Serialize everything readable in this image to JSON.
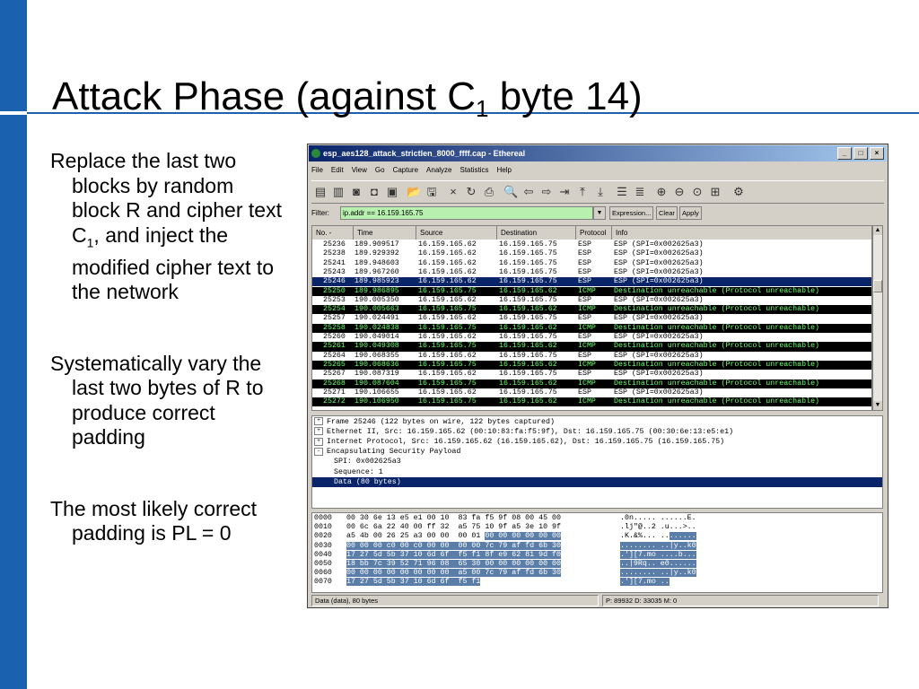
{
  "slide": {
    "title_main": "Attack Phase (against C",
    "title_sub": "1",
    "title_end": " byte 14)",
    "bullets": [
      {
        "pre": "Replace the last two blocks by random block R and cipher text C",
        "sub": "1",
        "post": ", and inject the modified cipher text to the network"
      },
      {
        "text": "Systematically vary the last two bytes of R to produce correct padding"
      },
      {
        "text": "The most likely correct padding is PL = 0"
      }
    ]
  },
  "window": {
    "title": "esp_aes128_attack_strictlen_8000_ffff.cap - Ethereal",
    "buttons": {
      "minimize": "_",
      "maximize": "□",
      "close": "×"
    },
    "menu": [
      "File",
      "Edit",
      "View",
      "Go",
      "Capture",
      "Analyze",
      "Statistics",
      "Help"
    ],
    "filter": {
      "label": "Filter:",
      "value": "ip.addr == 16.159.165.75",
      "expression_btn": "Expression...",
      "clear_btn": "Clear",
      "apply_btn": "Apply"
    },
    "columns": [
      "No. -",
      "Time",
      "Source",
      "Destination",
      "Protocol",
      "Info"
    ],
    "packets": [
      {
        "no": "25236",
        "time": "189.909517",
        "src": "16.159.165.62",
        "dst": "16.159.165.75",
        "proto": "ESP",
        "info": "ESP (SPI=0x002625a3)",
        "style": "normal"
      },
      {
        "no": "25238",
        "time": "189.929392",
        "src": "16.159.165.62",
        "dst": "16.159.165.75",
        "proto": "ESP",
        "info": "ESP (SPI=0x002625a3)",
        "style": "normal"
      },
      {
        "no": "25241",
        "time": "189.948603",
        "src": "16.159.165.62",
        "dst": "16.159.165.75",
        "proto": "ESP",
        "info": "ESP (SPI=0x002625a3)",
        "style": "normal"
      },
      {
        "no": "25243",
        "time": "189.967260",
        "src": "16.159.165.62",
        "dst": "16.159.165.75",
        "proto": "ESP",
        "info": "ESP (SPI=0x002625a3)",
        "style": "normal"
      },
      {
        "no": "25246",
        "time": "189.985923",
        "src": "16.159.165.62",
        "dst": "16.159.165.75",
        "proto": "ESP",
        "info": "ESP (SPI=0x002625a3)",
        "style": "sel"
      },
      {
        "no": "25250",
        "time": "189.986895",
        "src": "16.159.165.75",
        "dst": "16.159.165.62",
        "proto": "ICMP",
        "info": "Destination unreachable (Protocol unreachable)",
        "style": "icmp"
      },
      {
        "no": "25253",
        "time": "190.005350",
        "src": "16.159.165.62",
        "dst": "16.159.165.75",
        "proto": "ESP",
        "info": "ESP (SPI=0x002625a3)",
        "style": "normal"
      },
      {
        "no": "25254",
        "time": "190.005663",
        "src": "16.159.165.75",
        "dst": "16.159.165.62",
        "proto": "ICMP",
        "info": "Destination unreachable (Protocol unreachable)",
        "style": "icmp"
      },
      {
        "no": "25257",
        "time": "190.024491",
        "src": "16.159.165.62",
        "dst": "16.159.165.75",
        "proto": "ESP",
        "info": "ESP (SPI=0x002625a3)",
        "style": "normal"
      },
      {
        "no": "25258",
        "time": "190.024838",
        "src": "16.159.165.75",
        "dst": "16.159.165.62",
        "proto": "ICMP",
        "info": "Destination unreachable (Protocol unreachable)",
        "style": "icmp"
      },
      {
        "no": "25260",
        "time": "190.049014",
        "src": "16.159.165.62",
        "dst": "16.159.165.75",
        "proto": "ESP",
        "info": "ESP (SPI=0x002625a3)",
        "style": "normal"
      },
      {
        "no": "25261",
        "time": "190.049308",
        "src": "16.159.165.75",
        "dst": "16.159.165.62",
        "proto": "ICMP",
        "info": "Destination unreachable (Protocol unreachable)",
        "style": "icmp"
      },
      {
        "no": "25264",
        "time": "190.068355",
        "src": "16.159.165.62",
        "dst": "16.159.165.75",
        "proto": "ESP",
        "info": "ESP (SPI=0x002625a3)",
        "style": "normal"
      },
      {
        "no": "25265",
        "time": "190.068636",
        "src": "16.159.165.75",
        "dst": "16.159.165.62",
        "proto": "ICMP",
        "info": "Destination unreachable (Protocol unreachable)",
        "style": "icmp"
      },
      {
        "no": "25267",
        "time": "190.087319",
        "src": "16.159.165.62",
        "dst": "16.159.165.75",
        "proto": "ESP",
        "info": "ESP (SPI=0x002625a3)",
        "style": "normal"
      },
      {
        "no": "25268",
        "time": "190.087604",
        "src": "16.159.165.75",
        "dst": "16.159.165.62",
        "proto": "ICMP",
        "info": "Destination unreachable (Protocol unreachable)",
        "style": "icmp"
      },
      {
        "no": "25271",
        "time": "190.106655",
        "src": "16.159.165.62",
        "dst": "16.159.165.75",
        "proto": "ESP",
        "info": "ESP (SPI=0x002625a3)",
        "style": "normal"
      },
      {
        "no": "25272",
        "time": "190.106950",
        "src": "16.159.165.75",
        "dst": "16.159.165.62",
        "proto": "ICMP",
        "info": "Destination unreachable (Protocol unreachable)",
        "style": "icmp"
      }
    ],
    "details": [
      {
        "exp": "+",
        "text": "Frame 25246 (122 bytes on wire, 122 bytes captured)",
        "indent": 0,
        "style": "normal"
      },
      {
        "exp": "+",
        "text": "Ethernet II, Src: 16.159.165.62 (00:10:83:fa:f5:9f), Dst: 16.159.165.75 (00:30:6e:13:e5:e1)",
        "indent": 0,
        "style": "normal"
      },
      {
        "exp": "+",
        "text": "Internet Protocol, Src: 16.159.165.62 (16.159.165.62), Dst: 16.159.165.75 (16.159.165.75)",
        "indent": 0,
        "style": "normal"
      },
      {
        "exp": "-",
        "text": "Encapsulating Security Payload",
        "indent": 0,
        "style": "normal"
      },
      {
        "exp": "",
        "text": "SPI: 0x002625a3",
        "indent": 1,
        "style": "normal"
      },
      {
        "exp": "",
        "text": "Sequence: 1",
        "indent": 1,
        "style": "normal"
      },
      {
        "exp": "",
        "text": "Data (80 bytes)",
        "indent": 1,
        "style": "sel"
      }
    ],
    "hex": [
      {
        "off": "0000",
        "pre": "00 30 6e 13 e5 e1 00 10  83 fa f5 9f 08 00 45 00",
        "hl": "",
        "a_pre": ".0n..... ......E.",
        "a_hl": ""
      },
      {
        "off": "0010",
        "pre": "00 6c 6a 22 40 00 ff 32  a5 75 10 9f a5 3e 10 9f",
        "hl": "",
        "a_pre": ".lj\"@..2 .u...>..",
        "a_hl": ""
      },
      {
        "off": "0020",
        "pre": "a5 4b 00 26 25 a3 00 00  00 01 ",
        "hl": "00 00 00 00 00 00",
        "a_pre": ".K.&%... ..",
        "a_hl": "......"
      },
      {
        "off": "0030",
        "pre": "",
        "hl": "00 00 00 c0 00 c0 00 00  00 00 7c 79 af fd 6b 30",
        "a_pre": "",
        "a_hl": "........ ..|y..k0"
      },
      {
        "off": "0040",
        "pre": "",
        "hl": "17 27 5d 5b 37 10 6d 6f  f5 f1 8f e9 62 81 9d f0",
        "a_pre": "",
        "a_hl": ".'][7.mo ....b..."
      },
      {
        "off": "0050",
        "pre": "",
        "hl": "18 bb 7c 39 52 71 96 08  65 30 00 00 00 00 00 00",
        "a_pre": "",
        "a_hl": "..|9Rq.. e0......"
      },
      {
        "off": "0060",
        "pre": "",
        "hl": "00 00 00 00 00 00 00 00  a5 00 7c 79 af fd 6b 30",
        "a_pre": "",
        "a_hl": "........ ..|y..k0"
      },
      {
        "off": "0070",
        "pre": "",
        "hl": "17 27 5d 5b 37 10 6d 6f  f5 f1",
        "a_pre": "",
        "a_hl": ".'][7.mo .."
      }
    ],
    "status": {
      "left": "Data (data), 80 bytes",
      "right": "P: 89932 D: 33035 M: 0"
    },
    "toolbar_icons": [
      {
        "name": "capture-interfaces-icon",
        "glyph": "▤"
      },
      {
        "name": "capture-options-icon",
        "glyph": "▥"
      },
      {
        "name": "capture-start-icon",
        "glyph": "◙"
      },
      {
        "name": "capture-stop-icon",
        "glyph": "◘"
      },
      {
        "name": "capture-restart-icon",
        "glyph": "▣"
      },
      {
        "name": "open-icon",
        "glyph": "📂"
      },
      {
        "name": "save-icon",
        "glyph": "🖫"
      },
      {
        "name": "close-icon",
        "glyph": "×"
      },
      {
        "name": "reload-icon",
        "glyph": "↻"
      },
      {
        "name": "print-icon",
        "glyph": "⎙"
      },
      {
        "name": "find-icon",
        "glyph": "🔍"
      },
      {
        "name": "go-back-icon",
        "glyph": "⇦"
      },
      {
        "name": "go-forward-icon",
        "glyph": "⇨"
      },
      {
        "name": "go-to-packet-icon",
        "glyph": "⇥"
      },
      {
        "name": "go-first-icon",
        "glyph": "⤒"
      },
      {
        "name": "go-last-icon",
        "glyph": "⤓"
      },
      {
        "name": "colorize-icon",
        "glyph": "☰"
      },
      {
        "name": "auto-scroll-icon",
        "glyph": "≣"
      },
      {
        "name": "zoom-in-icon",
        "glyph": "⊕"
      },
      {
        "name": "zoom-out-icon",
        "glyph": "⊖"
      },
      {
        "name": "zoom-normal-icon",
        "glyph": "⊙"
      },
      {
        "name": "resize-columns-icon",
        "glyph": "⊞"
      },
      {
        "name": "preferences-icon",
        "glyph": "⚙"
      }
    ],
    "colors": {
      "selected": "#0a246a",
      "icmp_bg": "#000000",
      "icmp_fg": "#70ff70",
      "filter_bg": "#b8f0b0",
      "hex_highlight": "#5b7ea8"
    }
  }
}
